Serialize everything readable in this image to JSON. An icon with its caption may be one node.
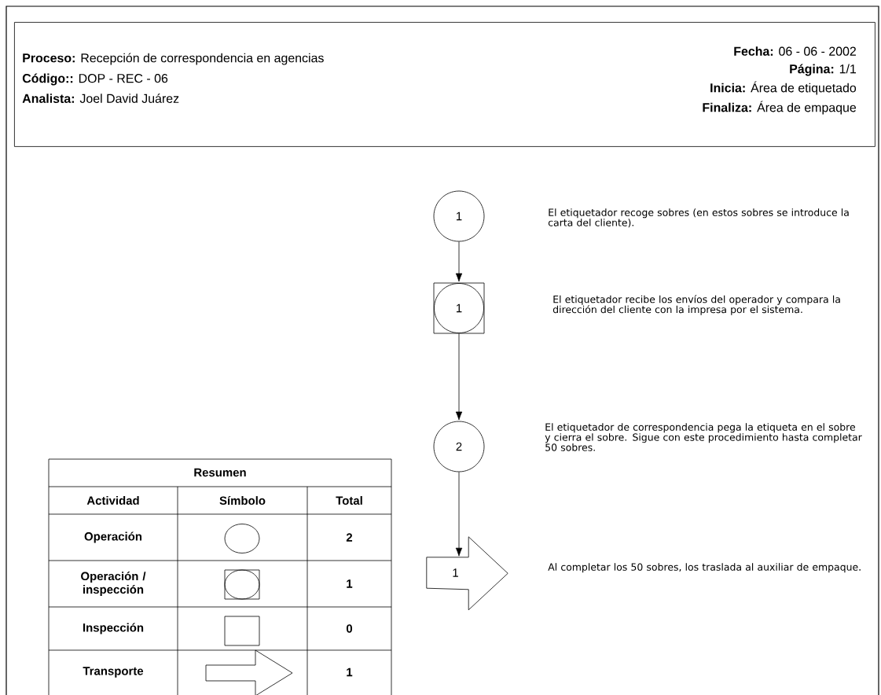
{
  "diagram": {
    "nodes": [
      {
        "text": [
          "**Proceso:** Recepción de correspondencia en agencias",
          "**Código::** DOP - REC  - 06",
          "**Analista:** Joel David Juárez",
          "**Fecha:** 06 - 06 - 2002",
          "**Página:** 1/1",
          "**Inicia:** Área de etiquetado",
          "**Finaliza:** Área de empaque"
        ]
      },
      {
        "text": [
          "1"
        ]
      },
      {
        "text": [
          "1"
        ]
      },
      {
        "text": [
          "2"
        ]
      },
      {
        "text": [
          "1"
        ]
      }
    ],
    "edges": [
      {
        "from": 1,
        "to": 2,
        "arrow": "to"
      },
      {
        "from": 2,
        "to": 3,
        "arrow": "to"
      },
      {
        "from": 3,
        "to": 4,
        "arrow": "to"
      }
    ],
    "labels": [
      "El etiquetador recoge sobres (en estos sobres se introduce la carta del cliente).",
      "El etiquetador recibe los envíos del operador y compara la dirección del cliente con la impresa por el sistema.",
      "El etiquetador de correspondencia pega la etiqueta en el sobre y cierra el sobre. Sigue con este procedimiento hasta completar 50 sobres.",
      "Resumen",
      "Actividad",
      "Símbolo",
      "Total",
      "Al completar los 50 sobres, los traslada al auxiliar de empaque.",
      "Operación",
      "2",
      "Operación / inspección",
      "1",
      "Inspección",
      "0",
      "Transporte",
      "1"
    ]
  }
}
